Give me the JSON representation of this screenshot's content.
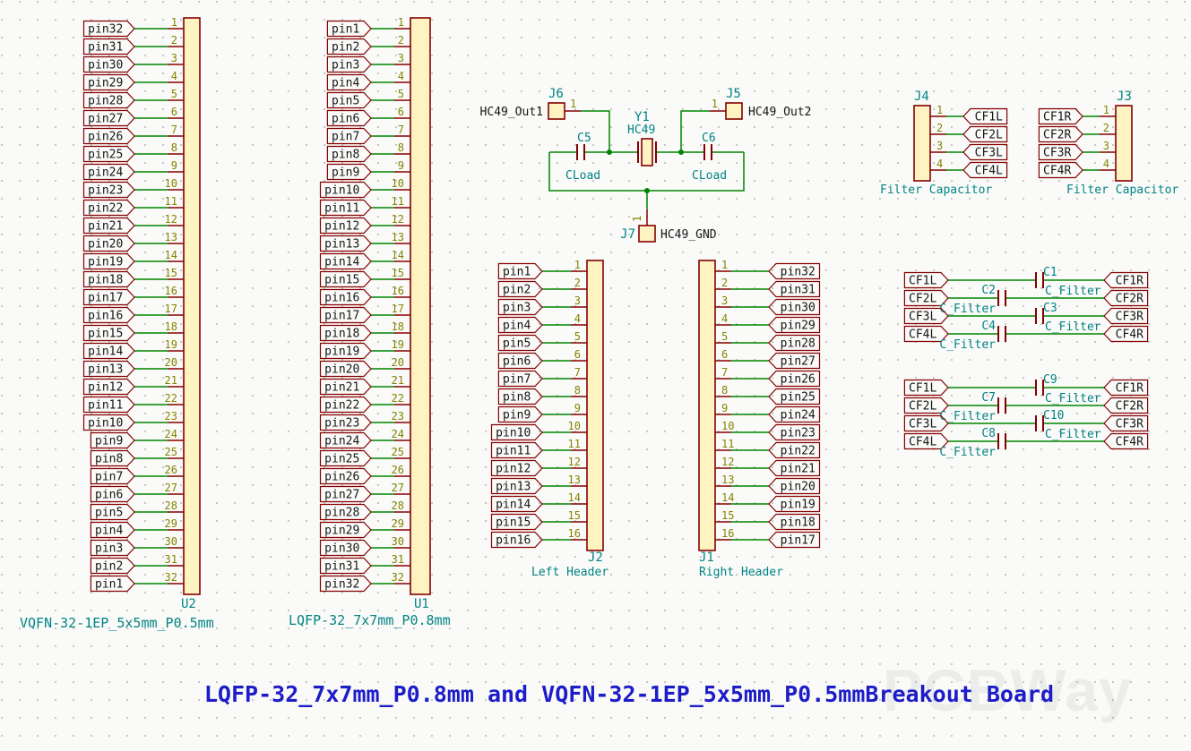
{
  "colors": {
    "background": "#fafaf8",
    "grid_dot": "#c4c4c4",
    "outline": "#840000",
    "body_fill": "#fff3c2",
    "wire": "#008400",
    "junction": "#008400",
    "pin_number": "#848400",
    "reference": "#008484",
    "label_text": "#161616",
    "title": "#1c1cc8",
    "watermark": "#8c8c8c"
  },
  "title_block": {
    "title": "LQFP-32_7x7mm_P0.8mm and VQFN-32-1EP_5x5mm_P0.5mmBreakout Board",
    "watermark": "PCBWay"
  },
  "components": {
    "U2": {
      "reference": "U2",
      "value": "VQFN-32-1EP_5x5mm_P0.5mm",
      "pin_numbers": [
        "1",
        "2",
        "3",
        "4",
        "5",
        "6",
        "7",
        "8",
        "9",
        "10",
        "11",
        "12",
        "13",
        "14",
        "15",
        "16",
        "17",
        "18",
        "19",
        "20",
        "21",
        "22",
        "23",
        "24",
        "25",
        "26",
        "27",
        "28",
        "29",
        "30",
        "31",
        "32"
      ],
      "pin_labels": [
        "pin32",
        "pin31",
        "pin30",
        "pin29",
        "pin28",
        "pin27",
        "pin26",
        "pin25",
        "pin24",
        "pin23",
        "pin22",
        "pin21",
        "pin20",
        "pin19",
        "pin18",
        "pin17",
        "pin16",
        "pin15",
        "pin14",
        "pin13",
        "pin12",
        "pin11",
        "pin10",
        "pin9",
        "pin8",
        "pin7",
        "pin6",
        "pin5",
        "pin4",
        "pin3",
        "pin2",
        "pin1"
      ]
    },
    "U1": {
      "reference": "U1",
      "value": "LQFP-32_7x7mm_P0.8mm",
      "pin_numbers": [
        "1",
        "2",
        "3",
        "4",
        "5",
        "6",
        "7",
        "8",
        "9",
        "10",
        "11",
        "12",
        "13",
        "14",
        "15",
        "16",
        "17",
        "18",
        "19",
        "20",
        "21",
        "22",
        "23",
        "24",
        "25",
        "26",
        "27",
        "28",
        "29",
        "30",
        "31",
        "32"
      ],
      "pin_labels": [
        "pin1",
        "pin2",
        "pin3",
        "pin4",
        "pin5",
        "pin6",
        "pin7",
        "pin8",
        "pin9",
        "pin10",
        "pin11",
        "pin12",
        "pin13",
        "pin14",
        "pin15",
        "pin16",
        "pin17",
        "pin18",
        "pin19",
        "pin20",
        "pin21",
        "pin22",
        "pin23",
        "pin24",
        "pin25",
        "pin26",
        "pin27",
        "pin28",
        "pin29",
        "pin30",
        "pin31",
        "pin32"
      ]
    },
    "J2": {
      "reference": "J2",
      "value": "Left Header",
      "pin_numbers": [
        "1",
        "2",
        "3",
        "4",
        "5",
        "6",
        "7",
        "8",
        "9",
        "10",
        "11",
        "12",
        "13",
        "14",
        "15",
        "16"
      ],
      "pin_labels": [
        "pin1",
        "pin2",
        "pin3",
        "pin4",
        "pin5",
        "pin6",
        "pin7",
        "pin8",
        "pin9",
        "pin10",
        "pin11",
        "pin12",
        "pin13",
        "pin14",
        "pin15",
        "pin16"
      ]
    },
    "J1": {
      "reference": "J1",
      "value": "Right Header",
      "pin_numbers": [
        "1",
        "2",
        "3",
        "4",
        "5",
        "6",
        "7",
        "8",
        "9",
        "10",
        "11",
        "12",
        "13",
        "14",
        "15",
        "16"
      ],
      "pin_labels": [
        "pin32",
        "pin31",
        "pin30",
        "pin29",
        "pin28",
        "pin27",
        "pin26",
        "pin25",
        "pin24",
        "pin23",
        "pin22",
        "pin21",
        "pin20",
        "pin19",
        "pin18",
        "pin17"
      ]
    },
    "J4": {
      "reference": "J4",
      "value": "Filter Capacitor",
      "pin_numbers": [
        "1",
        "2",
        "3",
        "4"
      ],
      "pin_labels": [
        "CF1L",
        "CF2L",
        "CF3L",
        "CF4L"
      ]
    },
    "J3": {
      "reference": "J3",
      "value": "Filter Capacitor",
      "pin_numbers": [
        "1",
        "2",
        "3",
        "4"
      ],
      "pin_labels": [
        "CF1R",
        "CF2R",
        "CF3R",
        "CF4R"
      ]
    }
  },
  "crystal_circuit": {
    "J6": {
      "reference": "J6",
      "pin_number": "1",
      "net_label": "HC49_Out1"
    },
    "J5": {
      "reference": "J5",
      "pin_number": "1",
      "net_label": "HC49_Out2"
    },
    "J7": {
      "reference": "J7",
      "pin_number": "1",
      "net_label": "HC49_GND"
    },
    "Y1": {
      "reference": "Y1",
      "value": "HC49"
    },
    "C5": {
      "reference": "C5",
      "value": "CLoad"
    },
    "C6": {
      "reference": "C6",
      "value": "CLoad"
    }
  },
  "capacitor_banks": [
    {
      "rows": [
        {
          "left": "CF1L",
          "cap_ref": "C1",
          "cap_value": "C_Filter",
          "right": "CF1R",
          "cap_side": "right"
        },
        {
          "left": "CF2L",
          "cap_ref": "C2",
          "cap_value": "C_Filter",
          "right": "CF2R",
          "cap_side": "left"
        },
        {
          "left": "CF3L",
          "cap_ref": "C3",
          "cap_value": "C_Filter",
          "right": "CF3R",
          "cap_side": "right"
        },
        {
          "left": "CF4L",
          "cap_ref": "C4",
          "cap_value": "C_Filter",
          "right": "CF4R",
          "cap_side": "left"
        }
      ]
    },
    {
      "rows": [
        {
          "left": "CF1L",
          "cap_ref": "C9",
          "cap_value": "C_Filter",
          "right": "CF1R",
          "cap_side": "right"
        },
        {
          "left": "CF2L",
          "cap_ref": "C7",
          "cap_value": "C_Filter",
          "right": "CF2R",
          "cap_side": "left"
        },
        {
          "left": "CF3L",
          "cap_ref": "C10",
          "cap_value": "C_Filter",
          "right": "CF3R",
          "cap_side": "right"
        },
        {
          "left": "CF4L",
          "cap_ref": "C8",
          "cap_value": "C_Filter",
          "right": "CF4R",
          "cap_side": "left"
        }
      ]
    }
  ]
}
